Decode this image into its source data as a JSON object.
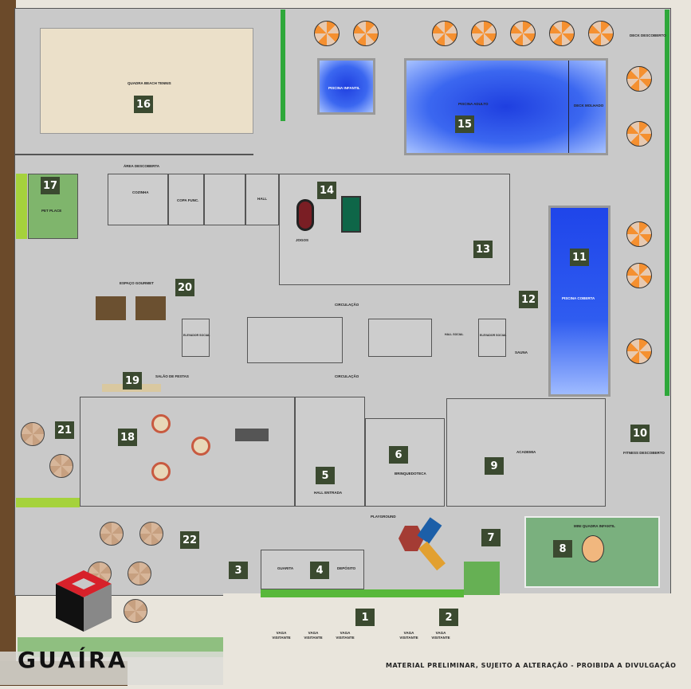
{
  "brand": {
    "name": "GUAÍRA",
    "disclaimer": "MATERIAL PRELIMINAR, SUJEITO A ALTERAÇÃO - PROIBIDA A DIVULGAÇÃO"
  },
  "markers": [
    "1",
    "2",
    "3",
    "4",
    "5",
    "6",
    "7",
    "8",
    "9",
    "10",
    "11",
    "12",
    "13",
    "14",
    "15",
    "16",
    "17",
    "18",
    "19",
    "20",
    "21",
    "22"
  ],
  "labels": {
    "beach": "QUADRA BEACH TENNIS",
    "open_area": "ÁREA DESCOBERTA",
    "kids_pool": "PISCINA INFANTIL",
    "adult_pool": "PISCINA ADULTO",
    "wet_deck": "DECK MOLHADO",
    "deck": "DECK DESCOBERTO",
    "covered_pool": "PISCINA COBERTA",
    "pet": "PET PLACE",
    "kitchen": "COZINHA",
    "staff": "COPA FUNC.",
    "hall": "HALL",
    "gourmet": "ESPAÇO GOURMET",
    "circ1": "CIRCULAÇÃO",
    "circ2": "CIRCULAÇÃO",
    "elev1": "ELEVADOR SOCIAL",
    "elev2": "ELEVADOR SOCIAL",
    "hall_social": "HALL SOCIAL",
    "sauna": "SAUNA",
    "party": "SALÃO DE FESTAS",
    "lobby": "HALL ENTRADA",
    "toys": "BRINQUEDOTECA",
    "gym": "ACADEMIA",
    "fitness": "FITNESS DESCOBERTO",
    "playground": "PLAYGROUND",
    "court": "MINI QUADRA INFANTIL",
    "guard": "GUARITA",
    "storage": "DEPÓSITO",
    "games": "JOGOS",
    "visitor": "VAGA VISITANTE"
  }
}
